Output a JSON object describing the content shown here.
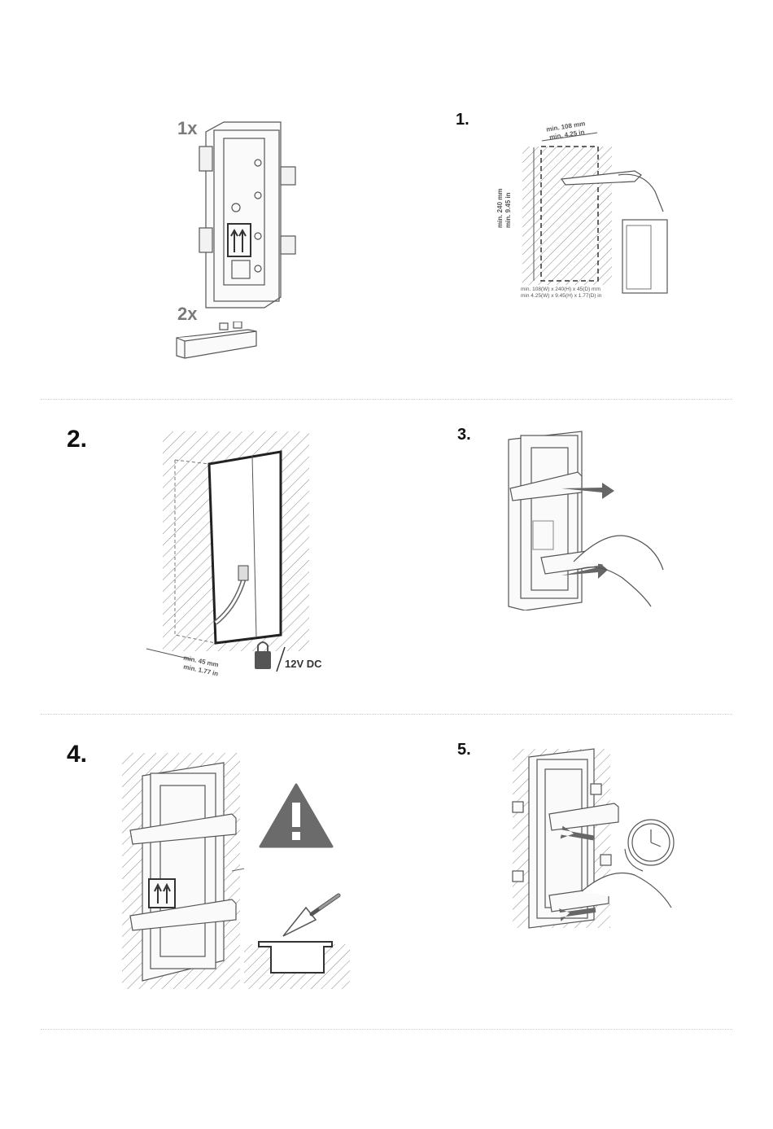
{
  "kit": {
    "frame_qty": "1x",
    "bracket_qty": "2x"
  },
  "steps": [
    {
      "num": "1."
    },
    {
      "num": "2."
    },
    {
      "num": "3."
    },
    {
      "num": "4."
    },
    {
      "num": "5."
    }
  ],
  "step1": {
    "width_mm": "min. 108 mm",
    "width_in": "min. 4.25 in",
    "height_mm": "min. 240 mm",
    "height_in": "min. 9.45 in",
    "note_mm": "min. 108(W) x 240(H) x 45(D) mm",
    "note_in": "min 4.25(W) x 9.45(H) x 1.77(D) in"
  },
  "step2": {
    "depth_mm": "min. 45 mm",
    "depth_in": "min. 1.77 in",
    "power": "12V DC"
  },
  "icons": [
    "pencil-icon",
    "lock-icon",
    "warning-icon",
    "trowel-icon",
    "clock-icon",
    "arrow-icon"
  ]
}
